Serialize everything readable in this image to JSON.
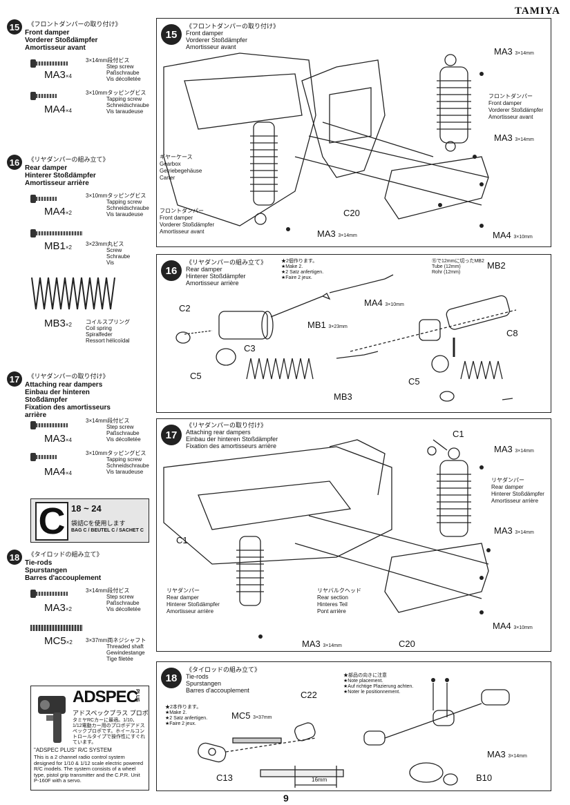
{
  "brand": "TAMIYA",
  "page_number": "9",
  "sidebar": {
    "step15": {
      "num": "15",
      "jp": "《フロントダンパーの取り付け》",
      "lines": [
        "Front damper",
        "Vorderer Stoßdämpfer",
        "Amortisseur avant"
      ],
      "parts": [
        {
          "code": "MA3",
          "qty": "×4",
          "jp": "3×14mm段付ビス",
          "desc": [
            "Step screw",
            "Paßschraube",
            "Vis décolletée"
          ]
        },
        {
          "code": "MA4",
          "qty": "×4",
          "jp": "3×10mmタッピングビス",
          "desc": [
            "Tapping screw",
            "Schneidschraube",
            "Vis taraudeuse"
          ]
        }
      ]
    },
    "step16": {
      "num": "16",
      "jp": "《リヤダンパーの組み立て》",
      "lines": [
        "Rear damper",
        "Hinterer Stoßdämpfer",
        "Amortisseur arrière"
      ],
      "parts": [
        {
          "code": "MA4",
          "qty": "×2",
          "jp": "3×10mmタッピングビス",
          "desc": [
            "Tapping screw",
            "Schneidschraube",
            "Vis taraudeuse"
          ]
        },
        {
          "code": "MB1",
          "qty": "×2",
          "jp": "3×23mm丸ビス",
          "desc": [
            "Screw",
            "Schraube",
            "Vis"
          ]
        },
        {
          "code": "MB3",
          "qty": "×2",
          "jp": "コイルスプリング",
          "desc": [
            "Coil spring",
            "Spiralfeder",
            "Ressort hélicoïdal"
          ]
        }
      ]
    },
    "step17": {
      "num": "17",
      "jp": "《リヤダンパーの取り付け》",
      "lines": [
        "Attaching rear dampers",
        "Einbau der hinteren",
        "Stoßdämpfer",
        "Fixation des amortisseurs",
        "arrière"
      ],
      "parts": [
        {
          "code": "MA3",
          "qty": "×4",
          "jp": "3×14mm段付ビス",
          "desc": [
            "Step screw",
            "Paßschraube",
            "Vis décolletée"
          ]
        },
        {
          "code": "MA4",
          "qty": "×4",
          "jp": "3×10mmタッピングビス",
          "desc": [
            "Tapping screw",
            "Schneidschraube",
            "Vis taraudeuse"
          ]
        }
      ]
    },
    "bag": {
      "letter": "C",
      "range": "18 ~ 24",
      "jp": "袋詰Cを使用します",
      "label": "BAG C / BEUTEL C / SACHET C"
    },
    "step18": {
      "num": "18",
      "jp": "《タイロッドの組み立て》",
      "lines": [
        "Tie-rods",
        "Spurstangen",
        "Barres d'accouplement"
      ],
      "parts": [
        {
          "code": "MA3",
          "qty": "×2",
          "jp": "3×14mm段付ビス",
          "desc": [
            "Step screw",
            "Paßschraube",
            "Vis décolletée"
          ]
        },
        {
          "code": "MC5",
          "qty": "×2",
          "jp": "3×37mm両ネジシャフト",
          "desc": [
            "Threaded shaft",
            "Gewindestange",
            "Tige filetée"
          ]
        }
      ]
    },
    "ad": {
      "logo": "ADSPEC",
      "plus": "PLUS",
      "jp_title": "アドスペックプラス プロポ",
      "jp_body": "タミヤRCカーに最適。1/10、1/12電動カー用のプロポデアドスペックプロポです。ホイールコントロールタイプで操作性にすぐれています。",
      "en_title": "\"ADSPEC PLUS\" R/C SYSTEM",
      "en_body": "This is a 2 channel radio control system designed for 1/10 & 1/12 scale electric powered R/C models. The system consists of a wheel type, pistol grip transmitter and the C.P.R. Unit P-160F with a servo."
    }
  },
  "panel15": {
    "num": "15",
    "jp": "《フロントダンパーの取り付け》",
    "lines": [
      "Front damper",
      "Vorderer Stoßdämpfer",
      "Amortisseur avant"
    ],
    "labels": {
      "ma3_top": "MA3",
      "ma3_top_size": "3×14mm",
      "damper_jp": "フロントダンパー",
      "damper": [
        "Front damper",
        "Vorderer Stoßdämpfer",
        "Amortisseur avant"
      ],
      "ma3_mid": "MA3",
      "ma3_mid_size": "3×14mm",
      "gear_jp": "ギヤーケース",
      "gear": [
        "Gearbox",
        "Getriebegehäuse",
        "Carter"
      ],
      "c20": "C20",
      "damper2_jp": "フロントダンパー",
      "ma3_bot": "MA3",
      "ma3_bot_size": "3×14mm",
      "ma4": "MA4",
      "ma4_size": "3×10mm"
    }
  },
  "panel16": {
    "num": "16",
    "jp": "《リヤダンパーの組み立て》",
    "lines": [
      "Rear damper",
      "Hinterer Stoßdämpfer",
      "Amortisseur arrière"
    ],
    "note_jp": "★2個作ります。",
    "note": [
      "★Make 2.",
      "★2 Satz anfertigen.",
      "★Faire 2 jeux."
    ],
    "cut_jp": "⑮で12mmに切ったMB2",
    "cut_code": "MB2",
    "cut": [
      "Tube (12mm)",
      "Rohr (12mm)"
    ],
    "labels": {
      "c2": "C2",
      "c3": "C3",
      "mb1": "MB1",
      "mb1_size": "3×23mm",
      "ma4": "MA4",
      "ma4_size": "3×10mm",
      "c8": "C8",
      "c5a": "C5",
      "c5b": "C5",
      "mb3": "MB3"
    }
  },
  "panel17": {
    "num": "17",
    "jp": "《リヤダンパーの取り付け》",
    "lines": [
      "Attaching rear dampers",
      "Einbau der hinteren Stoßdämpfer",
      "Fixation des amortisseurs arrière"
    ],
    "labels": {
      "c1_top": "C1",
      "ma3_top": "MA3",
      "ma3_top_size": "3×14mm",
      "damper_jp": "リヤダンパー",
      "damper": [
        "Rear damper",
        "Hinterer Stoßdämpfer",
        "Amortisseur arrière"
      ],
      "ma3_mid": "MA3",
      "ma3_mid_size": "3×14mm",
      "c1_left": "C1",
      "damper2_jp": "リヤダンパー",
      "damper2": [
        "Rear damper",
        "Hinterer Stoßdämpfer",
        "Amortisseur arrière"
      ],
      "rear_jp": "リヤバルクヘッド",
      "rear": [
        "Rear section",
        "Hinteres Teil",
        "Pont arrière"
      ],
      "ma3_bot": "MA3",
      "ma3_bot_size": "3×14mm",
      "c20": "C20",
      "ma4": "MA4",
      "ma4_size": "3×10mm"
    }
  },
  "panel18": {
    "num": "18",
    "jp": "《タイロッドの組み立て》",
    "lines": [
      "Tie-rods",
      "Spurstangen",
      "Barres d'accouplement"
    ],
    "note_jp": "★2本作ります。",
    "note": [
      "★Make 2.",
      "★2 Satz anfertigen.",
      "★Faire 2 jeux."
    ],
    "place_jp": "★部品の向きに注意",
    "place": [
      "★Note placement.",
      "★Auf richtige Plazierung achten.",
      "★Noter le positionnement."
    ],
    "labels": {
      "mc5": "MC5",
      "mc5_size": "3×37mm",
      "c22": "C22",
      "c13": "C13",
      "dim": "16mm",
      "ma3": "MA3",
      "ma3_size": "3×14mm",
      "b10": "B10"
    }
  }
}
